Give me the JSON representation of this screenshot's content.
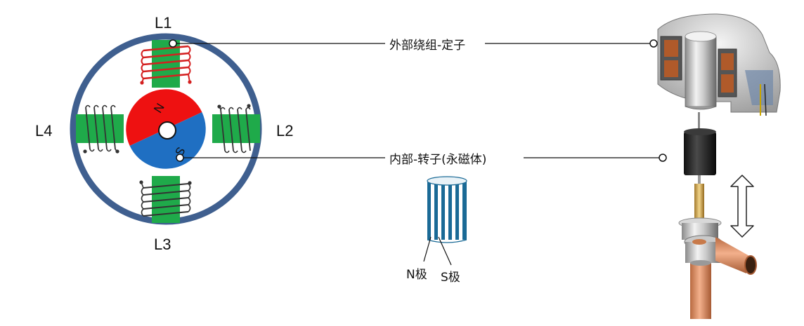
{
  "coils": {
    "top": "L1",
    "right": "L2",
    "bottom": "L3",
    "left": "L4"
  },
  "rotor": {
    "north": "N",
    "south": "S"
  },
  "callouts": {
    "stator": "外部绕组-定子",
    "rotor": "内部-转子(永磁体)"
  },
  "magnet": {
    "north": "N极",
    "south": "S极"
  },
  "colors": {
    "ring": "#3f5f8f",
    "coil_core": "#1faa4a",
    "rotor_north": "#ee1111",
    "rotor_south": "#1f6fc2",
    "active_winding": "#d42020",
    "idle_winding": "#333333",
    "magnet_stripe": "#1a6a96"
  },
  "icons": {
    "motion": "double-headed-arrow-icon"
  }
}
